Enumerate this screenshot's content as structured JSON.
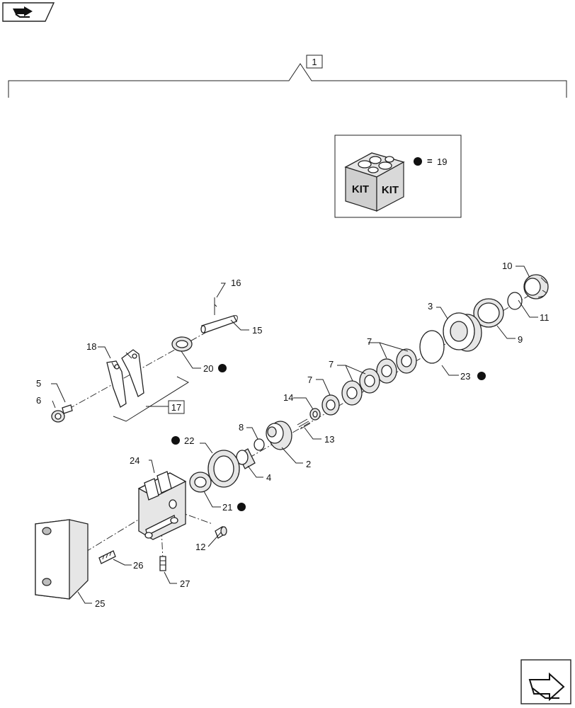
{
  "nav": {
    "top_left_icon": "back-to-index-arrow-icon",
    "bottom_right_icon": "next-page-arrow-icon"
  },
  "assembly_ref": "1",
  "kit": {
    "box_text_left": "KIT",
    "box_text_right": "KIT",
    "equals_sign": "=",
    "item": "19",
    "bullet_icon": "filled-dot-icon"
  },
  "callouts": {
    "c2": "2",
    "c3": "3",
    "c4": "4",
    "c5": "5",
    "c6": "6",
    "c7a": "7",
    "c7b": "7",
    "c7c": "7",
    "c8": "8",
    "c9": "9",
    "c10": "10",
    "c11": "11",
    "c12": "12",
    "c13": "13",
    "c14": "14",
    "c15": "15",
    "c16": "16",
    "c17": "17",
    "c18": "18",
    "c20": "20",
    "c21": "21",
    "c22": "22",
    "c23": "23",
    "c24": "24",
    "c25": "25",
    "c26": "26",
    "c27": "27"
  },
  "colors": {
    "line": "#222222",
    "kit_box_dark": "#bdbdbd",
    "kit_box_light": "#e6e6e6",
    "bullet": "#111111"
  }
}
